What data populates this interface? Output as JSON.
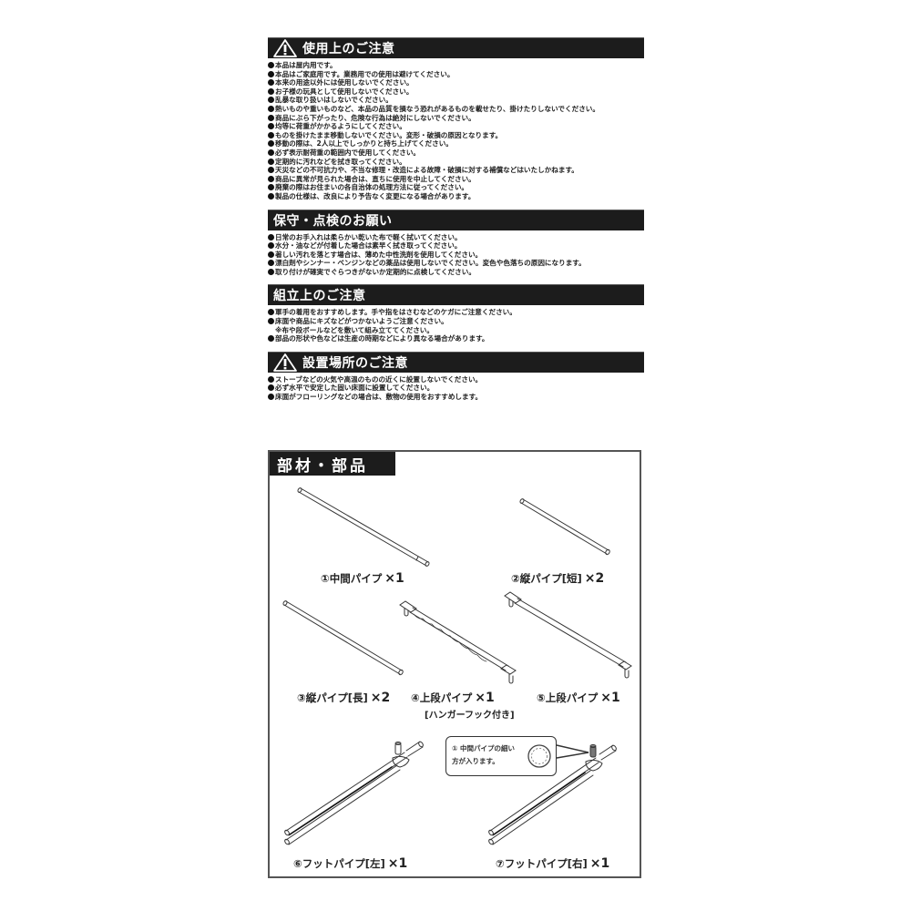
{
  "sections": [
    {
      "title": "使用上のご注意",
      "icon": "warning-icon",
      "items": [
        "本品は屋内用です。",
        "本品はご家庭用です。業務用での使用は避けてください。",
        "本来の用途以外には使用しないでください。",
        "お子様の玩具として使用しないでください。",
        "乱暴な取り扱いはしないでください。",
        "熱いものや重いものなど、本品の品質を損なう恐れがあるものを載せたり、掛けたりしないでください。",
        "商品にぶら下がったり、危険な行為は絶対にしないでください。",
        "均等に荷重がかかるようにしてください。",
        "ものを掛けたまま移動しないでください。変形・破損の原因となります。",
        "移動の際は、2人以上でしっかりと持ち上げてください。",
        "必ず表示耐荷重の範囲内で使用してください。",
        "定期的に汚れなどを拭き取ってください。",
        "天災などの不可抗力や、不当な修理・改造による故障・破損に対する補償などはいたしかねます。",
        "商品に異常が見られた場合は、直ちに使用を中止してください。",
        "廃棄の際はお住まいの各自治体の処理方法に従ってください。",
        "製品の仕様は、改良により予告なく変更になる場合があります。"
      ]
    },
    {
      "title": "保守・点検のお願い",
      "icon": null,
      "items": [
        "日常のお手入れは柔らかい乾いた布で軽く拭いてください。",
        "水分・油などが付着した場合は素早く拭き取ってください。",
        "著しい汚れを落とす場合は、薄めた中性洗剤を使用してください。",
        "漂白剤やシンナー・ベンジンなどの薬品は使用しないでください。変色や色落ちの原因になります。",
        "取り付けが確実でぐらつきがないか定期的に点検してください。"
      ]
    },
    {
      "title": "組立上のご注意",
      "icon": null,
      "items": [
        "軍手の着用をおすすめします。手や指をはさむなどのケガにご注意ください。",
        "床面や商品にキズなどがつかないようご注意ください。",
        "※布や段ボールなどを敷いて組み立ててください。",
        "部品の形状や色などは生産の時期などにより異なる場合があります。"
      ]
    },
    {
      "title": "設置場所のご注意",
      "icon": "warning-icon",
      "items": [
        "ストーブなどの火気や高温のものの近くに設置しないでください。",
        "必ず水平で安定した固い床面に設置してください。",
        "床面がフローリングなどの場合は、敷物の使用をおすすめします。"
      ]
    }
  ],
  "parts": {
    "title": "部材・部品",
    "items": [
      {
        "num": "①",
        "name": "中間パイプ",
        "count": "×1"
      },
      {
        "num": "②",
        "name": "縦パイプ[短]",
        "count": "×2"
      },
      {
        "num": "③",
        "name": "縦パイプ[長]",
        "count": "×2"
      },
      {
        "num": "④",
        "name": "上段パイプ",
        "count": "×1",
        "note": "[ハンガーフック付き]"
      },
      {
        "num": "⑤",
        "name": "上段パイプ",
        "count": "×1"
      },
      {
        "num": "⑥",
        "name": "フットパイプ[左]",
        "count": "×1"
      },
      {
        "num": "⑦",
        "name": "フットパイプ[右]",
        "count": "×1"
      }
    ],
    "callout": {
      "line1": "① 中間パイプの細い",
      "line2": "方が入ります。"
    }
  }
}
